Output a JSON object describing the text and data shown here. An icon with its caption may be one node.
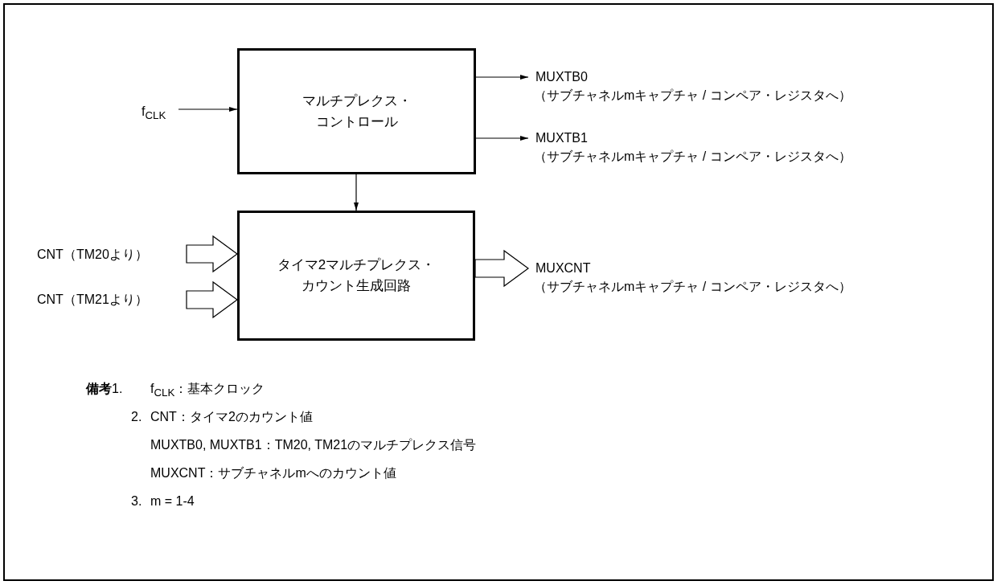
{
  "diagram": {
    "nodes": [
      {
        "text": [
          "マルチプレクス・コントロール"
        ]
      },
      {
        "text": [
          "タイマ2マルチプレクス・カウント生成回路"
        ]
      },
      {
        "text": [
          "f$_{CLK}$"
        ]
      },
      {
        "text": [
          "MUXTB0",
          "（サブチャネルmキャプチャ / コンペア・レジスタへ）"
        ]
      },
      {
        "text": [
          "MUXTB1",
          "（サブチャネルmキャプチャ / コンペア・レジスタへ）"
        ]
      },
      {
        "text": [
          "CNT（TM20より）"
        ]
      },
      {
        "text": [
          "CNT（TM21より）"
        ]
      },
      {
        "text": [
          "MUXCNT",
          "（サブチャネルmキャプチャ / コンペア・レジスタへ）"
        ]
      }
    ],
    "edges": [
      {
        "from": 2,
        "to": 0,
        "arrow": "to"
      },
      {
        "from": 0,
        "to": 3,
        "arrow": "to"
      },
      {
        "from": 0,
        "to": 4,
        "arrow": "to"
      },
      {
        "from": 0,
        "to": 1,
        "arrow": "to"
      },
      {
        "from": 5,
        "to": 1,
        "arrow": "to",
        "style": "thick"
      },
      {
        "from": 6,
        "to": 1,
        "arrow": "to",
        "style": "thick"
      },
      {
        "from": 1,
        "to": 7,
        "arrow": "to",
        "style": "thick"
      }
    ],
    "labels": [
      "**備考**1.",
      "f$_{CLK}$：基本クロック",
      "2.",
      "CNT：タイマ2のカウント値",
      "MUXTB0, MUXTB1：TM20, TM21のマルチプレクス信号",
      "MUXCNT：サブチャネルmへのカウント値",
      "3.",
      "m = 1-4"
    ]
  }
}
